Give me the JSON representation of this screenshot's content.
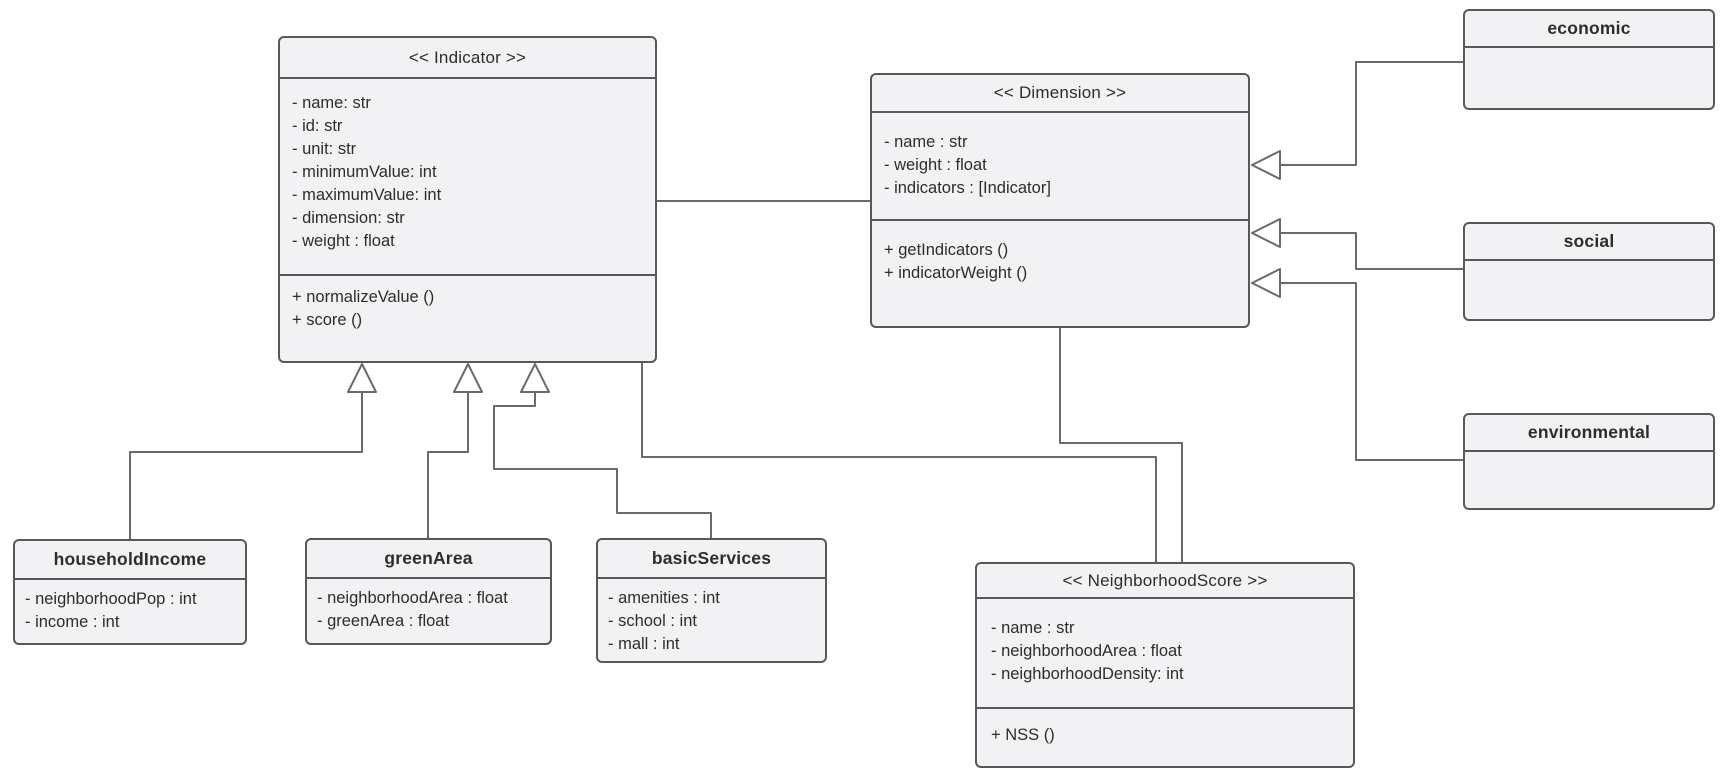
{
  "diagram": {
    "type": "uml-class-diagram",
    "colors": {
      "background": "#ffffff",
      "box_fill": "#f2f2f4",
      "box_border": "#58585a",
      "edge_line": "#696a6c",
      "text": "#2d2d2d"
    },
    "classes": {
      "indicator": {
        "title": "<< Indicator >>",
        "attributes": [
          "- name: str",
          "- id: str",
          "- unit: str",
          "- minimumValue: int",
          "- maximumValue: int",
          "- dimension: str",
          "- weight : float"
        ],
        "methods": [
          "+ normalizeValue ()",
          "+ score ()"
        ]
      },
      "dimension": {
        "title": "<< Dimension >>",
        "attributes": [
          "- name : str",
          "- weight : float",
          "- indicators : [Indicator]"
        ],
        "methods": [
          "+ getIndicators ()",
          "+ indicatorWeight ()"
        ]
      },
      "neighborhoodScore": {
        "title": "<< NeighborhoodScore >>",
        "attributes": [
          "- name : str",
          "- neighborhoodArea : float",
          "- neighborhoodDensity: int"
        ],
        "methods": [
          "+ NSS ()"
        ]
      },
      "householdIncome": {
        "title": "householdIncome",
        "attributes": [
          "- neighborhoodPop : int",
          "- income : int"
        ]
      },
      "greenArea": {
        "title": "greenArea",
        "attributes": [
          "- neighborhoodArea : float",
          "- greenArea : float"
        ]
      },
      "basicServices": {
        "title": "basicServices",
        "attributes": [
          "- amenities : int",
          "- school : int",
          "- mall : int"
        ]
      },
      "economic": {
        "title": "economic"
      },
      "social": {
        "title": "social"
      },
      "environmental": {
        "title": "environmental"
      }
    },
    "relationships": [
      {
        "type": "association",
        "from": "Indicator",
        "to": "Dimension"
      },
      {
        "type": "generalization",
        "from": "householdIncome",
        "to": "Indicator"
      },
      {
        "type": "generalization",
        "from": "greenArea",
        "to": "Indicator"
      },
      {
        "type": "generalization",
        "from": "basicServices",
        "to": "Indicator"
      },
      {
        "type": "generalization",
        "from": "economic",
        "to": "Dimension"
      },
      {
        "type": "generalization",
        "from": "social",
        "to": "Dimension"
      },
      {
        "type": "generalization",
        "from": "environmental",
        "to": "Dimension"
      },
      {
        "type": "association",
        "from": "Indicator",
        "to": "NeighborhoodScore"
      },
      {
        "type": "association",
        "from": "Dimension",
        "to": "NeighborhoodScore"
      }
    ]
  }
}
